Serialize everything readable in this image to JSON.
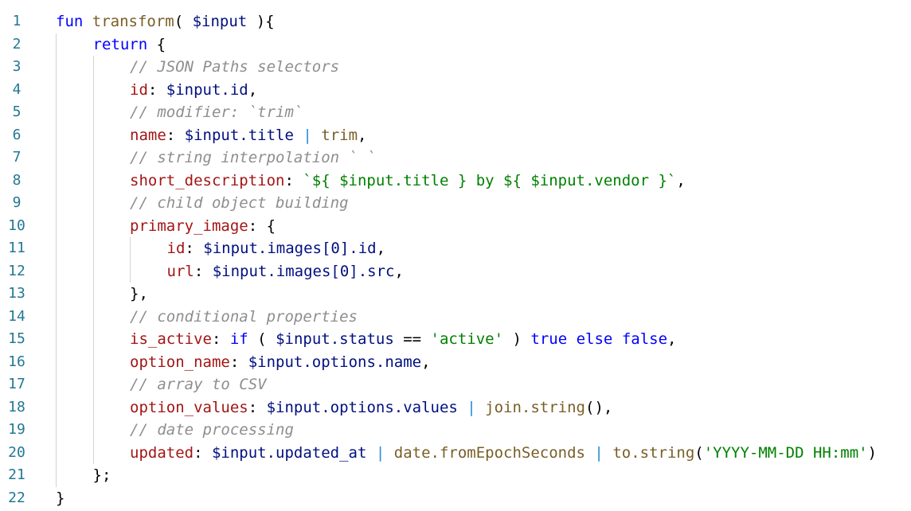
{
  "editor": {
    "colors": {
      "keyword": "#0000ff",
      "function": "#795e26",
      "variable": "#001080",
      "property": "#a31515",
      "string": "#008000",
      "comment": "#8e8e8e",
      "line_number": "#237893"
    },
    "lines": [
      {
        "n": "1",
        "indent": 0,
        "tokens": [
          [
            "kw",
            "fun "
          ],
          [
            "fn",
            "transform"
          ],
          [
            "op",
            "( "
          ],
          [
            "var",
            "$input"
          ],
          [
            "op",
            " ){"
          ]
        ]
      },
      {
        "n": "2",
        "indent": 1,
        "tokens": [
          [
            "kw",
            "return"
          ],
          [
            "op",
            " {"
          ]
        ]
      },
      {
        "n": "3",
        "indent": 2,
        "tokens": [
          [
            "cmt",
            "// JSON Paths selectors"
          ]
        ]
      },
      {
        "n": "4",
        "indent": 2,
        "tokens": [
          [
            "prop",
            "id"
          ],
          [
            "op",
            ": "
          ],
          [
            "var",
            "$input.id"
          ],
          [
            "op",
            ","
          ]
        ]
      },
      {
        "n": "5",
        "indent": 2,
        "tokens": [
          [
            "cmt",
            "// modifier: `trim`"
          ]
        ]
      },
      {
        "n": "6",
        "indent": 2,
        "tokens": [
          [
            "prop",
            "name"
          ],
          [
            "op",
            ": "
          ],
          [
            "var",
            "$input.title"
          ],
          [
            "pipe",
            " | "
          ],
          [
            "fn",
            "trim"
          ],
          [
            "op",
            ","
          ]
        ]
      },
      {
        "n": "7",
        "indent": 2,
        "tokens": [
          [
            "cmt",
            "// string interpolation ` `"
          ]
        ]
      },
      {
        "n": "8",
        "indent": 2,
        "tokens": [
          [
            "prop",
            "short_description"
          ],
          [
            "op",
            ": "
          ],
          [
            "str",
            "`${ $input.title } by ${ $input.vendor }`"
          ],
          [
            "op",
            ","
          ]
        ]
      },
      {
        "n": "9",
        "indent": 2,
        "tokens": [
          [
            "cmt",
            "// child object building"
          ]
        ]
      },
      {
        "n": "10",
        "indent": 2,
        "tokens": [
          [
            "prop",
            "primary_image"
          ],
          [
            "op",
            ": {"
          ]
        ]
      },
      {
        "n": "11",
        "indent": 3,
        "tokens": [
          [
            "prop",
            "id"
          ],
          [
            "op",
            ": "
          ],
          [
            "var",
            "$input.images[0].id"
          ],
          [
            "op",
            ","
          ]
        ]
      },
      {
        "n": "12",
        "indent": 3,
        "tokens": [
          [
            "prop",
            "url"
          ],
          [
            "op",
            ": "
          ],
          [
            "var",
            "$input.images[0].src"
          ],
          [
            "op",
            ","
          ]
        ]
      },
      {
        "n": "13",
        "indent": 2,
        "tokens": [
          [
            "op",
            "},"
          ]
        ]
      },
      {
        "n": "14",
        "indent": 2,
        "tokens": [
          [
            "cmt",
            "// conditional properties"
          ]
        ]
      },
      {
        "n": "15",
        "indent": 2,
        "tokens": [
          [
            "prop",
            "is_active"
          ],
          [
            "op",
            ": "
          ],
          [
            "kw",
            "if"
          ],
          [
            "op",
            " ( "
          ],
          [
            "var",
            "$input.status"
          ],
          [
            "op",
            " == "
          ],
          [
            "str",
            "'active'"
          ],
          [
            "op",
            " ) "
          ],
          [
            "kw",
            "true"
          ],
          [
            "op",
            " "
          ],
          [
            "kw",
            "else"
          ],
          [
            "op",
            " "
          ],
          [
            "kw",
            "false"
          ],
          [
            "op",
            ","
          ]
        ]
      },
      {
        "n": "16",
        "indent": 2,
        "tokens": [
          [
            "prop",
            "option_name"
          ],
          [
            "op",
            ": "
          ],
          [
            "var",
            "$input.options.name"
          ],
          [
            "op",
            ","
          ]
        ]
      },
      {
        "n": "17",
        "indent": 2,
        "tokens": [
          [
            "cmt",
            "// array to CSV"
          ]
        ]
      },
      {
        "n": "18",
        "indent": 2,
        "tokens": [
          [
            "prop",
            "option_values"
          ],
          [
            "op",
            ": "
          ],
          [
            "var",
            "$input.options.values"
          ],
          [
            "pipe",
            " | "
          ],
          [
            "fn",
            "join.string"
          ],
          [
            "op",
            "(),"
          ]
        ]
      },
      {
        "n": "19",
        "indent": 2,
        "tokens": [
          [
            "cmt",
            "// date processing"
          ]
        ]
      },
      {
        "n": "20",
        "indent": 2,
        "tokens": [
          [
            "prop",
            "updated"
          ],
          [
            "op",
            ": "
          ],
          [
            "var",
            "$input.updated_at"
          ],
          [
            "pipe",
            " | "
          ],
          [
            "fn",
            "date.fromEpochSeconds"
          ],
          [
            "pipe",
            " | "
          ],
          [
            "fn",
            "to.string"
          ],
          [
            "op",
            "("
          ],
          [
            "str",
            "'YYYY-MM-DD HH:mm'"
          ],
          [
            "op",
            ")"
          ]
        ]
      },
      {
        "n": "21",
        "indent": 1,
        "tokens": [
          [
            "op",
            "};"
          ]
        ]
      },
      {
        "n": "22",
        "indent": 0,
        "tokens": [
          [
            "op",
            "}"
          ]
        ]
      }
    ]
  }
}
